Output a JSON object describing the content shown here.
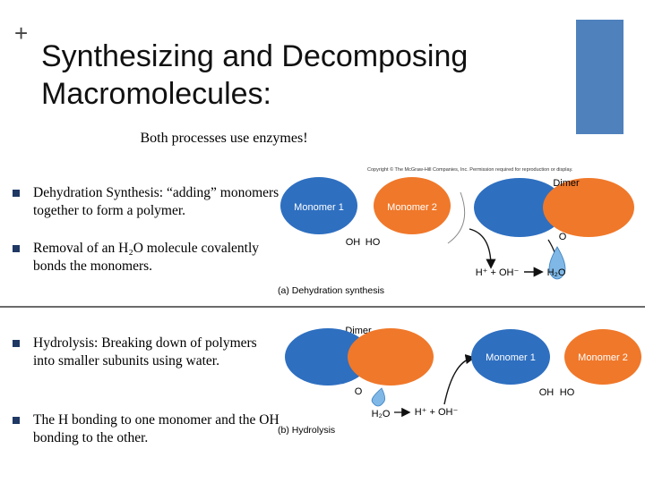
{
  "slide": {
    "plus_mark": "+",
    "title": "Synthesizing and Decomposing Macromolecules:",
    "subtitle": "Both processes use enzymes!"
  },
  "bullets": [
    {
      "text": "Dehydration Synthesis: “adding” monomers together to form a polymer."
    },
    {
      "text": "Removal of an H₂O molecule covalently bonds the monomers."
    },
    {
      "text": "Hydrolysis: Breaking down of polymers into smaller subunits using water."
    },
    {
      "text": "The H bonding to one monomer and the OH bonding to the other."
    }
  ],
  "figure": {
    "copyright": "Copyright © The McGraw-Hill Companies, Inc. Permission required for reproduction or display.",
    "dehydration": {
      "monomer1": "Monomer 1",
      "monomer2": "Monomer 2",
      "dimer": "Dimer",
      "oh": "OH",
      "ho": "HO",
      "o": "O",
      "ions": "H⁺ + OH⁻",
      "water": "H₂O",
      "caption": "(a) Dehydration synthesis"
    },
    "hydrolysis": {
      "dimer": "Dimer",
      "o": "O",
      "water": "H₂O",
      "ions": "H⁺ + OH⁻",
      "monomer1": "Monomer 1",
      "monomer2": "Monomer 2",
      "oh": "OH",
      "ho": "HO",
      "caption": "(b) Hydrolysis"
    }
  },
  "colors": {
    "monomer_blue": "#2e6fc0",
    "monomer_orange": "#f0782a",
    "accent_bar": "#4f81bd",
    "water_drop": "#7fb8e6"
  }
}
